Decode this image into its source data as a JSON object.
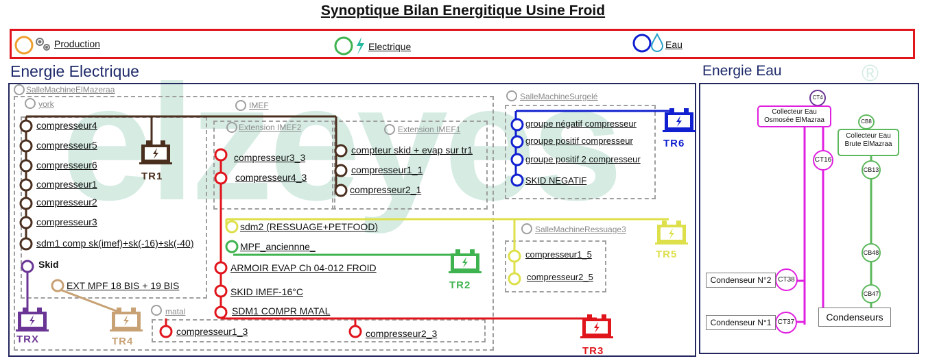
{
  "title": "Synoptique Bilan Energitique Usine Froid",
  "legend": {
    "production": "Production",
    "electrique": "Electrique",
    "eau": "Eau"
  },
  "sections": {
    "electric": "Energie Electrique",
    "water": "Energie Eau"
  },
  "watermark": "elzeyes",
  "watermark_mark": "®",
  "groups": {
    "salle_machine_elmazeraa": "SalleMachineElMazeraa",
    "york": "york",
    "imef": "IMEF",
    "extension_imef2": "Extension IMEF2",
    "extension_imef1": "Extension IMEF1",
    "salle_machine_surgele": "SalleMachineSurgelé",
    "salle_machine_ressuage3": "SalleMachineRessuage3",
    "matal": "matal"
  },
  "york_nodes": [
    "compresseur4",
    "compresseur5",
    "compresseur6",
    "compresseur1",
    "compresseur2",
    "compresseur3",
    "sdm1 comp sk(imef)+sk(-16)+sk(-40)"
  ],
  "skid": "Skid",
  "ext_mpf": "EXT MPF 18 BIS + 19 BIS",
  "imef2_nodes": [
    "compresseur3_3",
    "compresseur4_3"
  ],
  "imef1_nodes": [
    "compteur skid + evap sur tr1",
    "compresseur1_1",
    "compresseur2_1"
  ],
  "tr3_nodes": [
    "ARMOIR EVAP Ch 04-012 FROID",
    "SKID IMEF-16°C",
    "SDM1 COMPR MATAL"
  ],
  "sdm2": "sdm2 (RESSUAGE+PETFOOD)",
  "mpf": "MPF_anciennne_",
  "matal_nodes": [
    "compresseur1_3",
    "compresseur2_3"
  ],
  "surgele_nodes": [
    "groupe négatif compresseur",
    "groupe positif compresseur",
    "groupe positif 2 compresseur",
    "SKID NEGATIF"
  ],
  "ressuage_nodes": [
    "compresseur1_5",
    "compresseur2_5"
  ],
  "transformers": [
    "TR1",
    "TR2",
    "TR3",
    "TR4",
    "TR5",
    "TR6",
    "TRX"
  ],
  "water": {
    "ct4": "CT4",
    "collecteur_osmose": [
      "Collecteur Eau",
      "Osmosée ElMazraa"
    ],
    "cb8": "CB8",
    "collecteur_brute": [
      "Collecteur Eau",
      "Brute ElMazraa"
    ],
    "ct16": "CT16",
    "cb13": "CB13",
    "cb48": "CB48",
    "cb47": "CB47",
    "ct38": "CT38",
    "ct37": "CT37",
    "condenseur2": "Condenseur N°2",
    "condenseur1": "Condenseur N°1",
    "condenseurs": "Condenseurs"
  },
  "colors": {
    "production": "#f0a030",
    "electrique": "#3fb34f",
    "eau": "#1020d0",
    "york": "#4a2f1f",
    "imef": "#e0141b",
    "ressuage": "#dde04a",
    "surgele": "#1020d0",
    "skid": "#6a3595",
    "ext": "#c8a275",
    "water_osmose": "#e020e0",
    "water_brute": "#5cb85c",
    "frame": "#24265e"
  }
}
